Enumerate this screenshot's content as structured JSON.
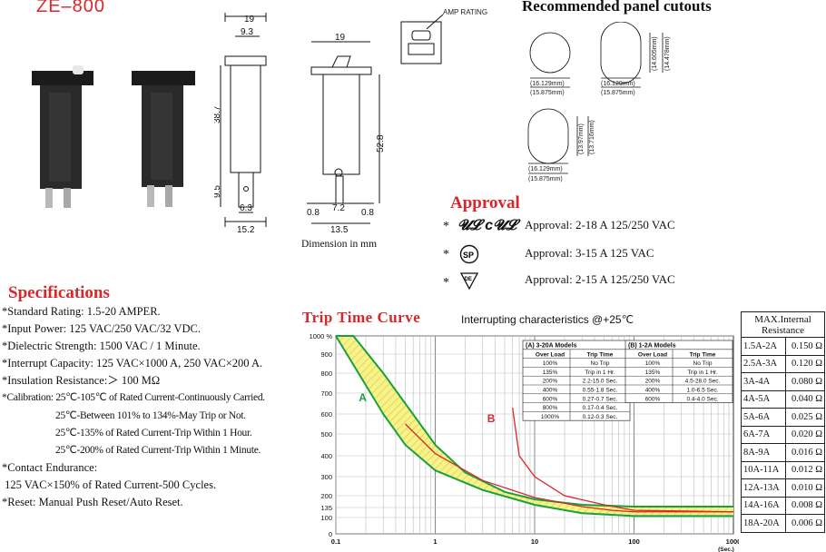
{
  "model": "ZE–800",
  "cutouts": {
    "title": "Recommended panel cutouts",
    "c1": {
      "w1": "(16.129mm)",
      "w2": "(15.875mm)"
    },
    "c2": {
      "w1": "(16.129mm)",
      "w2": "(15.875mm)",
      "h1": "(14.605mm)",
      "h2": "(14.478mm)"
    },
    "c3": {
      "w1": "(16.129mm)",
      "w2": "(15.875mm)",
      "h1": "(13.97mm)",
      "h2": "(13.716mm)"
    }
  },
  "dims": {
    "d19a": "19",
    "d93": "9.3",
    "d387": "38.7",
    "d95": "9.5",
    "d63": "6.3",
    "d152": "15.2",
    "d19b": "19",
    "d528": "52.8",
    "d72": "7.2",
    "d08a": "0.8",
    "d08b": "0.8",
    "d135": "13.5",
    "amp_rating": "AMP RATING",
    "caption": "Dimension in mm"
  },
  "approval": {
    "title": "Approval",
    "items": [
      {
        "star": "*",
        "text": "Approval: 2-18 A  125/250 VAC",
        "logo": "UL recognized"
      },
      {
        "star": "*",
        "text": "Approval: 3-15 A  125 VAC",
        "logo": "CSA"
      },
      {
        "star": "*",
        "text": "Approval: 2-15 A  125/250 VAC",
        "logo": "VDE"
      }
    ]
  },
  "specs": {
    "title": "Specifications",
    "lines": [
      "*Standard Rating: 1.5-20 AMPER.",
      "*Input Power: 125 VAC/250 VAC/32 VDC.",
      "*Dielectric Strength: 1500 VAC / 1 Minute.",
      "*Interrupt Capacity: 125 VAC×1000 A, 250 VAC×200 A.",
      "*Insulation Resistance:＞ 100 MΩ",
      "*Calibration: 25℃-105℃ of Rated Current-Continuously Carried.",
      "25℃-Between 101% to 134%-May Trip or Not.",
      "25℃-135% of Rated Current-Trip Within 1 Hour.",
      "25℃-200% of Rated Current-Trip Within 1 Minute.",
      "*Contact Endurance:",
      " 125 VAC×150% of Rated Current-500 Cycles.",
      "*Reset: Manual Push Reset/Auto Reset."
    ]
  },
  "chart_data": {
    "type": "line",
    "title": "Trip  Time  Curve",
    "subtitle": "Interrupting characteristics @+25℃",
    "x_scale": "log",
    "xlim": [
      0.1,
      1000
    ],
    "x_ticks": [
      "0.1",
      "1",
      "10",
      "100",
      "1000"
    ],
    "x_unit": "(Sec.)",
    "y_ticks": [
      "1000 %",
      "900",
      "800",
      "700",
      "600",
      "500",
      "400",
      "300",
      "200",
      "135",
      "100",
      "0"
    ],
    "grid": true,
    "series": [
      {
        "name": "A",
        "color": "#18a040",
        "band": "upper",
        "points": [
          [
            0.1,
            1000
          ],
          [
            0.15,
            1000
          ],
          [
            0.3,
            800
          ],
          [
            0.5,
            650
          ],
          [
            1,
            450
          ],
          [
            2,
            320
          ],
          [
            5,
            220
          ],
          [
            10,
            180
          ],
          [
            30,
            150
          ],
          [
            100,
            140
          ],
          [
            1000,
            140
          ]
        ]
      },
      {
        "name": "A",
        "color": "#18a040",
        "band": "lower",
        "points": [
          [
            0.1,
            1000
          ],
          [
            0.3,
            600
          ],
          [
            0.5,
            450
          ],
          [
            1,
            330
          ],
          [
            3,
            230
          ],
          [
            10,
            150
          ],
          [
            30,
            115
          ],
          [
            100,
            105
          ],
          [
            1000,
            105
          ]
        ]
      },
      {
        "name": "",
        "color": "#d8262a",
        "band": "mid",
        "points": [
          [
            0.5,
            550
          ],
          [
            1,
            410
          ],
          [
            3,
            280
          ],
          [
            10,
            190
          ],
          [
            30,
            140
          ],
          [
            60,
            125
          ],
          [
            100,
            120
          ],
          [
            1000,
            120
          ]
        ]
      },
      {
        "name": "B",
        "color": "#d8262a",
        "band": "single",
        "points": [
          [
            6,
            630
          ],
          [
            7,
            400
          ],
          [
            10,
            300
          ],
          [
            20,
            200
          ],
          [
            50,
            150
          ],
          [
            100,
            125
          ],
          [
            1000,
            120
          ]
        ]
      }
    ],
    "table_a": {
      "title": "(A) 3-20A Models",
      "headers": [
        "Over Load",
        "Trip Time"
      ],
      "rows": [
        [
          "100%",
          "No Trip"
        ],
        [
          "135%",
          "Trip in 1 Hr."
        ],
        [
          "200%",
          "2.2-15.0 Sec."
        ],
        [
          "400%",
          "0.55-1.8 Sec."
        ],
        [
          "600%",
          "0.27-0.7 Sec."
        ],
        [
          "800%",
          "0.17-0.4 Sec."
        ],
        [
          "1000%",
          "0.12-0.3 Sec."
        ]
      ]
    },
    "table_b": {
      "title": "(B) 1-2A Models",
      "headers": [
        "Over Load",
        "Trip Time"
      ],
      "rows": [
        [
          "100%",
          "No Trip"
        ],
        [
          "135%",
          "Trip in 1 Hr."
        ],
        [
          "200%",
          "4.5-28.0 Sec."
        ],
        [
          "400%",
          "1.0-6.5 Sec."
        ],
        [
          "600%",
          "0.4-4.0 Sec."
        ]
      ]
    }
  },
  "resistance": {
    "header_line1": "MAX.Internal",
    "header_line2": "Resistance",
    "rows": [
      {
        "range": "1.5A-2A",
        "value": "0.150 Ω"
      },
      {
        "range": "2.5A-3A",
        "value": "0.120 Ω"
      },
      {
        "range": "3A-4A",
        "value": "0.080 Ω"
      },
      {
        "range": "4A-5A",
        "value": "0.040 Ω"
      },
      {
        "range": "5A-6A",
        "value": "0.025 Ω"
      },
      {
        "range": "6A-7A",
        "value": "0.020 Ω"
      },
      {
        "range": "8A-9A",
        "value": "0.016 Ω"
      },
      {
        "range": "10A-11A",
        "value": "0.012 Ω"
      },
      {
        "range": "12A-13A",
        "value": "0.010 Ω"
      },
      {
        "range": "14A-16A",
        "value": "0.008 Ω"
      },
      {
        "range": "18A-20A",
        "value": "0.006 Ω"
      }
    ]
  },
  "colors": {
    "accent_red": "#d8262a",
    "curve_green": "#18a040",
    "band_yellow": "#f7f28a"
  }
}
